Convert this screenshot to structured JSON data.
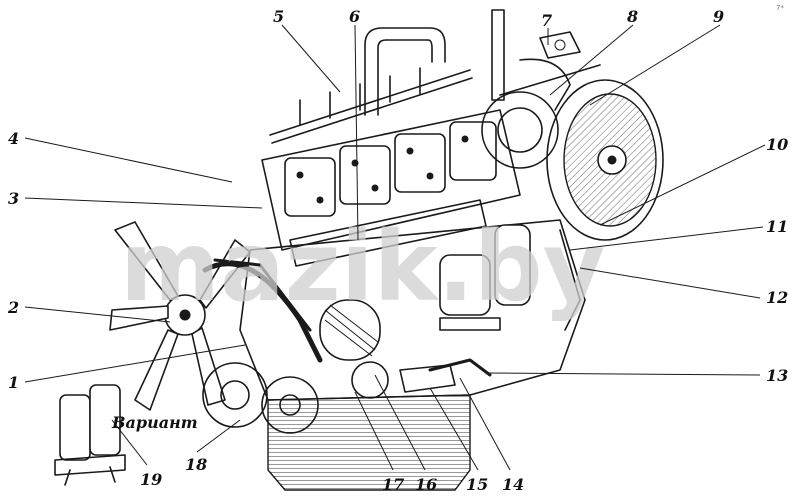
{
  "caption_variant": "Вариант",
  "watermark": "mazik.by",
  "corner_mark": "7*",
  "callouts": [
    {
      "id": "1",
      "label": "1"
    },
    {
      "id": "2",
      "label": "2"
    },
    {
      "id": "3",
      "label": "3"
    },
    {
      "id": "4",
      "label": "4"
    },
    {
      "id": "5",
      "label": "5"
    },
    {
      "id": "6",
      "label": "6"
    },
    {
      "id": "7",
      "label": "7"
    },
    {
      "id": "8",
      "label": "8"
    },
    {
      "id": "9",
      "label": "9"
    },
    {
      "id": "10",
      "label": "10"
    },
    {
      "id": "11",
      "label": "11"
    },
    {
      "id": "12",
      "label": "12"
    },
    {
      "id": "13",
      "label": "13"
    },
    {
      "id": "14",
      "label": "14"
    },
    {
      "id": "15",
      "label": "15"
    },
    {
      "id": "16",
      "label": "16"
    },
    {
      "id": "17",
      "label": "17"
    },
    {
      "id": "18",
      "label": "18"
    },
    {
      "id": "19",
      "label": "19"
    }
  ]
}
